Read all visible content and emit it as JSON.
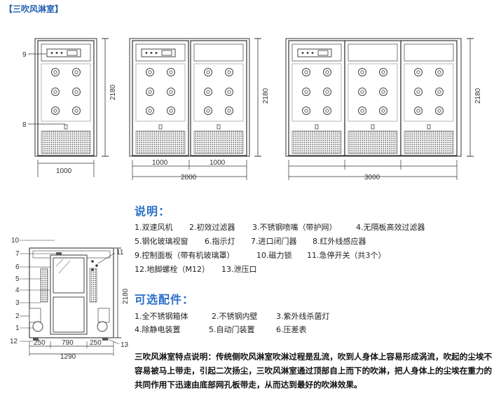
{
  "title": "【三吹风淋室】",
  "dims": {
    "h2180": "2180",
    "w1000": "1000",
    "w2000": "2000",
    "w3000": "3000",
    "w250": "250",
    "w790": "790",
    "w1290": "1290"
  },
  "callouts": [
    "1",
    "2",
    "3",
    "4",
    "5",
    "6",
    "7",
    "8",
    "9",
    "10",
    "11",
    "12",
    "13"
  ],
  "explain": {
    "heading": "说明：",
    "rows": [
      [
        "1.双速风机",
        "2.初效过滤器",
        "3.不锈钢喷嘴（带护网）",
        "4.无隔板高效过滤器"
      ],
      [
        "5.钢化玻璃视窗",
        "6.指示灯",
        "7.进口闭门器",
        "8.红外线感应器"
      ],
      [
        "9.控制面板（带有机玻璃罩）",
        "10.磁力锁",
        "11.急停开关（共3个）"
      ],
      [
        "12.地脚螺栓（M12）",
        "13.泄压口"
      ]
    ]
  },
  "optional": {
    "heading": "可选配件：",
    "rows": [
      [
        "1.全不锈钢箱体",
        "2.不锈钢内壁",
        "3.紫外线杀菌灯"
      ],
      [
        "4.除静电装置",
        "5.自动门装置",
        "6.压差表"
      ]
    ]
  },
  "feature_text": "三吹风淋室特点说明：传统侧吹风淋室吹淋过程是乱流，吹到人身体上容易形成涡流，吹起的尘埃不容易被马上带走，引起二次扬尘，三吹风淋室通过顶部自上而下的吹淋，把人身体上的尘埃在重力的共同作用下迅速由底部网孔板带走，从而达到最好的吹淋效果。"
}
